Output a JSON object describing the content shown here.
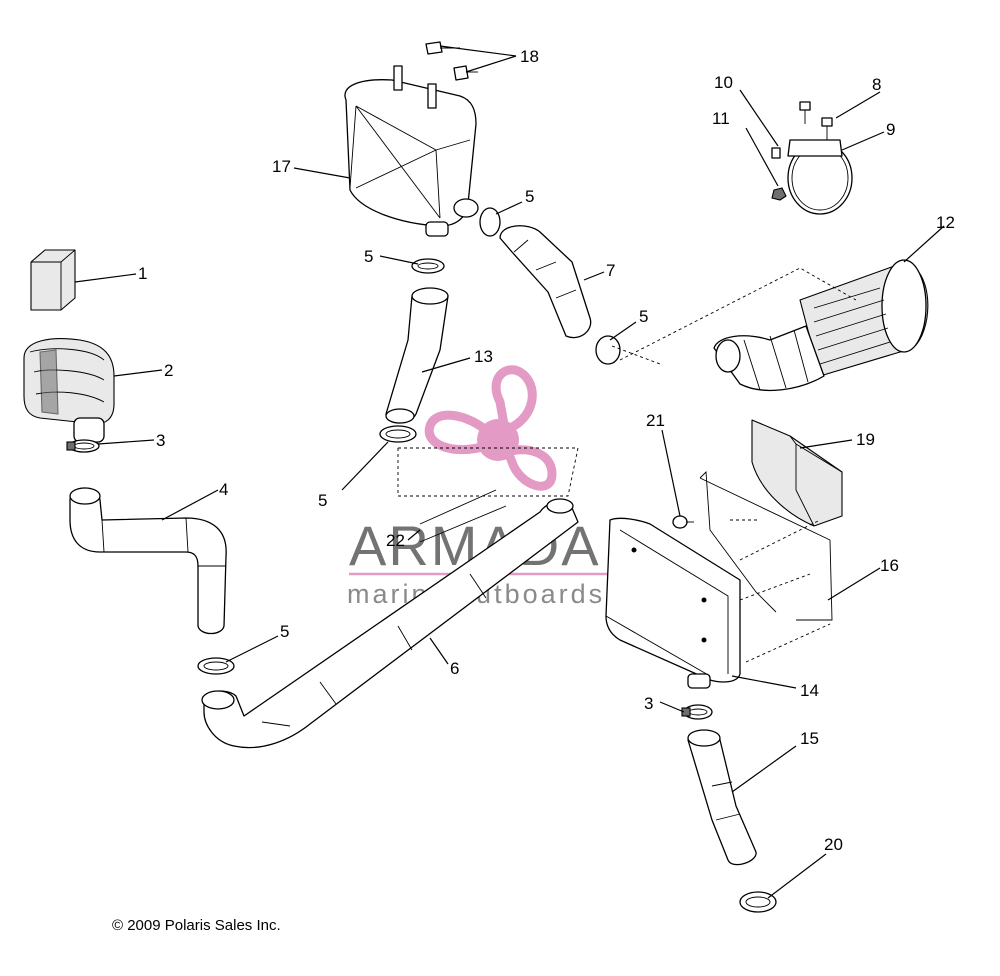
{
  "diagram": {
    "copyright": "© 2009 Polaris Sales Inc.",
    "watermark": {
      "name": "ARMADA",
      "tagline": "marine outboards",
      "accent_color": "#e39ac4"
    },
    "callouts": {
      "c1": "1",
      "c2": "2",
      "c3a": "3",
      "c3b": "3",
      "c4": "4",
      "c5a": "5",
      "c5b": "5",
      "c5c": "5",
      "c5d": "5",
      "c5e": "5",
      "c6": "6",
      "c7": "7",
      "c8": "8",
      "c9": "9",
      "c10": "10",
      "c11": "11",
      "c12": "12",
      "c13": "13",
      "c14": "14",
      "c15": "15",
      "c16": "16",
      "c17": "17",
      "c18": "18",
      "c19": "19",
      "c20": "20",
      "c21": "21",
      "c22": "22"
    }
  }
}
